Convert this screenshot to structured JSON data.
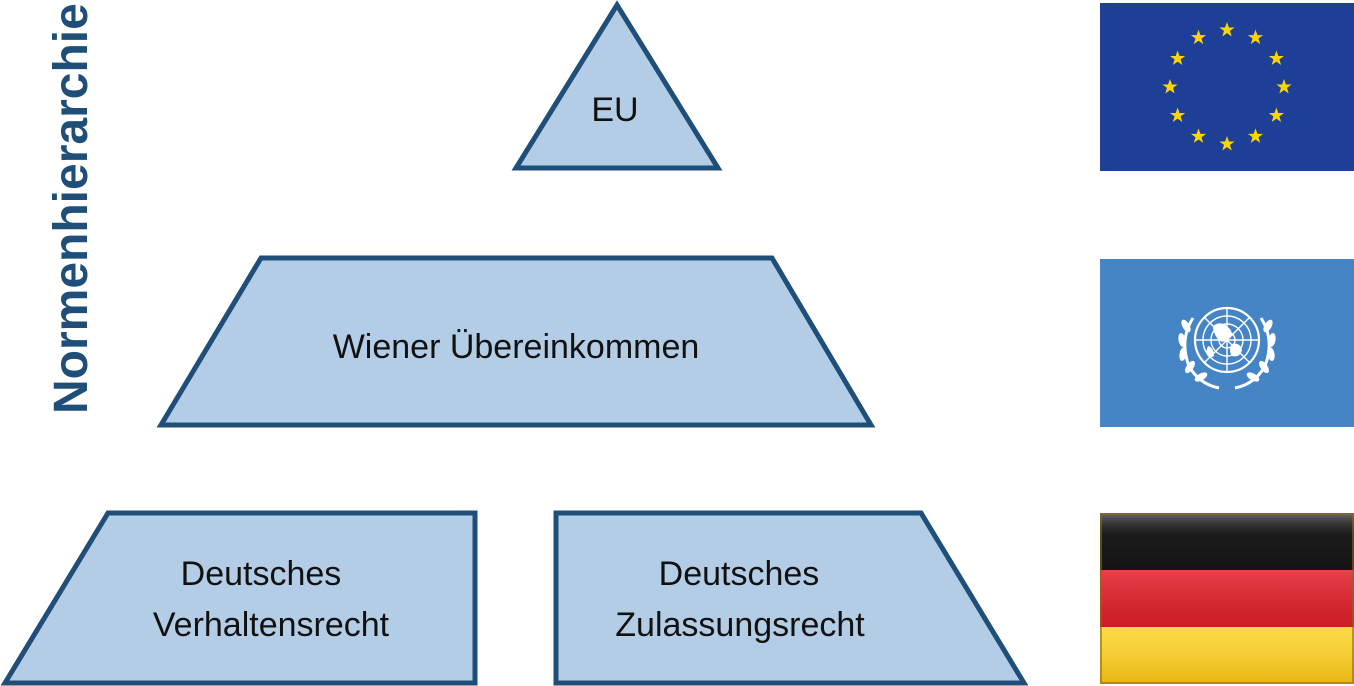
{
  "title": "Normenhierarchie",
  "levels": {
    "eu": {
      "label": "EU"
    },
    "un": {
      "label": "Wiener Übereinkommen"
    },
    "de_left": {
      "line1": "Deutsches",
      "line2": "Verhaltensrecht"
    },
    "de_right": {
      "line1": "Deutsches",
      "line2": "Zulassungsrecht"
    }
  },
  "flags": {
    "eu": {
      "name": "eu-flag",
      "background": "#1e3f96",
      "star_color": "#ffd500"
    },
    "un": {
      "name": "un-flag",
      "background": "#4585c6",
      "emblem_color": "#ffffff"
    },
    "de": {
      "name": "germany-flag",
      "colors": [
        "#1a1a1a",
        "#e3202a",
        "#fcd116"
      ]
    }
  },
  "colors": {
    "shape_fill": "#b4cde6",
    "shape_stroke": "#1f4e79",
    "title": "#1f4e79",
    "label": "#111111"
  }
}
